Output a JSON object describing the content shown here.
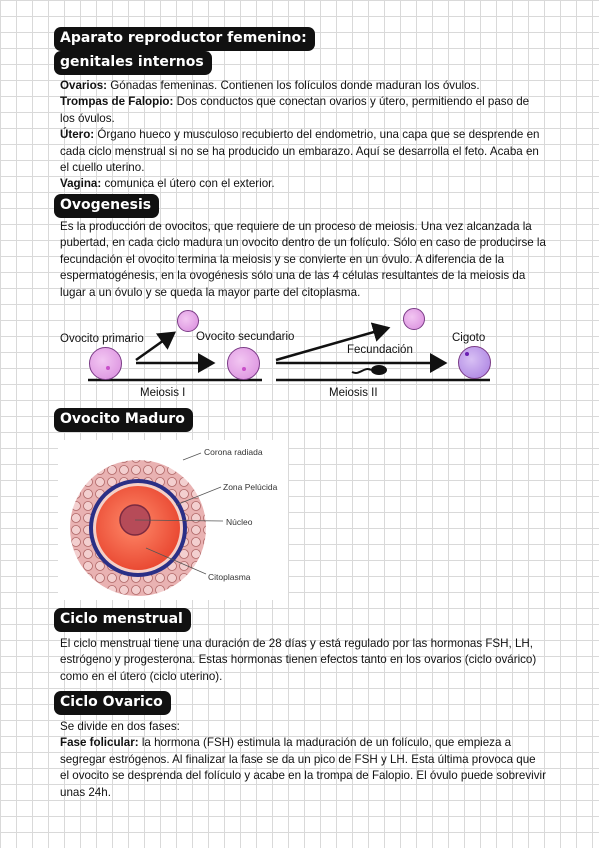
{
  "sections": {
    "aparato": {
      "title_line1": "Aparato reproductor femenino:",
      "title_line2": "genitales internos",
      "items": [
        {
          "term": "Ovarios:",
          "text": " Gónadas femeninas. Contienen los folículos donde maduran los óvulos."
        },
        {
          "term": "Trompas de Falopio:",
          "text": " Dos conductos que conectan ovarios y útero, permitiendo el paso de los óvulos."
        },
        {
          "term": "Útero:",
          "text": " Órgano hueco y musculoso recubierto del endometrio, una capa  que se desprende en cada ciclo menstrual si no se ha producido un embarazo. Aquí  se desarrolla el feto. Acaba en el cuello uterino."
        },
        {
          "term": "Vagina:",
          "text": " comunica el útero con el exterior."
        }
      ]
    },
    "ovogenesis": {
      "title": "Ovogenesis",
      "text": "Es la producción de ovocitos, que requiere de un proceso de meiosis. Una vez alcanzada la pubertad, en cada ciclo madura un ovocito dentro de un folículo. Sólo en caso de producirse la fecundación el ovocito termina la meiosis y se convierte en un óvulo. A diferencia de la espermatogénesis, en la ovogénesis sólo una de las 4 células resultantes de la meiosis da lugar a un óvulo y se queda la mayor parte del citoplasma."
    },
    "diagram": {
      "ovocito_primario": "Ovocito primario",
      "ovocito_secundario": "Ovocito secundario",
      "cigoto": "Cigoto",
      "fecundacion": "Fecundación",
      "meiosis1": "Meiosis I",
      "meiosis2": "Meiosis II"
    },
    "ovocito_maduro": {
      "title": "Ovocito Maduro",
      "labels": {
        "corona": "Corona radiada",
        "zona": "Zona Pelúcida",
        "nucleo": "Núcleo",
        "citoplasma": "Citoplasma"
      }
    },
    "ciclo_menstrual": {
      "title": "Ciclo menstrual",
      "text": "El ciclo menstrual tiene una duración  de 28 días y está regulado por las hormonas FSH, LH, estrógeno y progesterona. Estas hormonas tienen efectos tanto en los ovarios (ciclo ovárico) como en el útero (ciclo uterino)."
    },
    "ciclo_ovarico": {
      "title": "Ciclo Ovarico",
      "intro": "Se divide en dos fases:",
      "term": "Fase folicular:",
      "text": " la hormona  (FSH) estimula la maduración de un folículo, que empieza a segregar estrógenos.  Al finalizar la fase se da un pico de FSH y LH. Esta última provoca que el ovocito se desprenda del folículo y acabe en la trompa de Falopio. El óvulo puede sobrevivir unas 24h."
    }
  },
  "colors": {
    "header_bg": "#111111",
    "cell_fill": "#e3a6e6",
    "zygote_fill": "#b98ce6"
  }
}
